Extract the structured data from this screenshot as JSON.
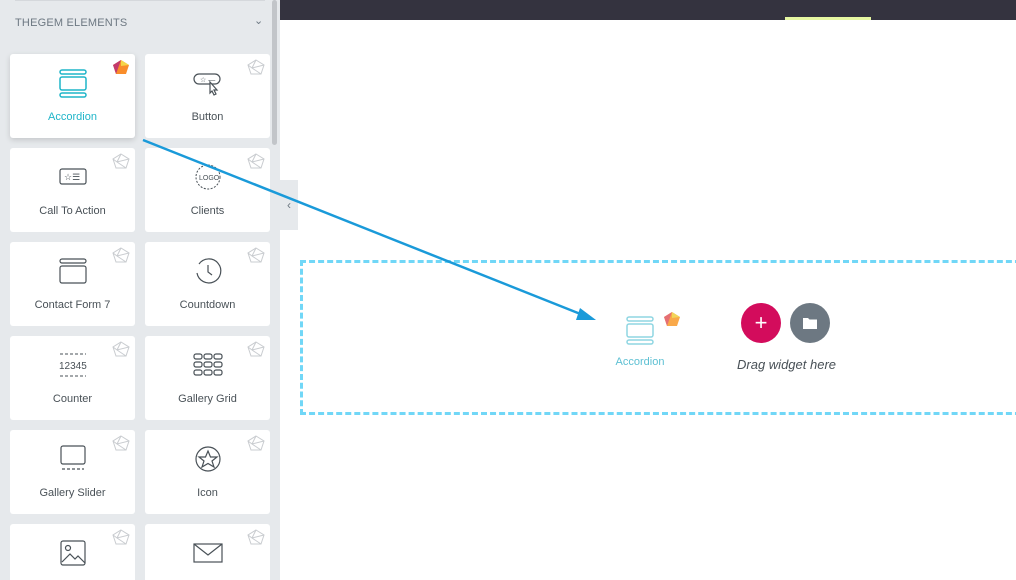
{
  "panel": {
    "category": "THEGEM ELEMENTS",
    "widgets": [
      {
        "label": "Accordion",
        "icon": "accordion-icon",
        "pro": true
      },
      {
        "label": "Button",
        "icon": "button-icon"
      },
      {
        "label": "Call To Action",
        "icon": "call-to-action-icon"
      },
      {
        "label": "Clients",
        "icon": "logo-icon"
      },
      {
        "label": "Contact Form 7",
        "icon": "contact-form-icon"
      },
      {
        "label": "Countdown",
        "icon": "countdown-icon"
      },
      {
        "label": "Counter",
        "icon": "counter-icon"
      },
      {
        "label": "Gallery Grid",
        "icon": "gallery-grid-icon"
      },
      {
        "label": "Gallery Slider",
        "icon": "gallery-slider-icon"
      },
      {
        "label": "Icon",
        "icon": "star-icon"
      },
      {
        "label": "",
        "icon": "image-icon"
      },
      {
        "label": "",
        "icon": "envelope-icon"
      }
    ]
  },
  "canvas": {
    "ghost_label": "Accordion",
    "drop_text": "Drag widget here",
    "add_color": "#d30c5c",
    "folder_color": "#6d7882",
    "counter_glyph": "12345",
    "logo_glyph": "LOGO"
  }
}
